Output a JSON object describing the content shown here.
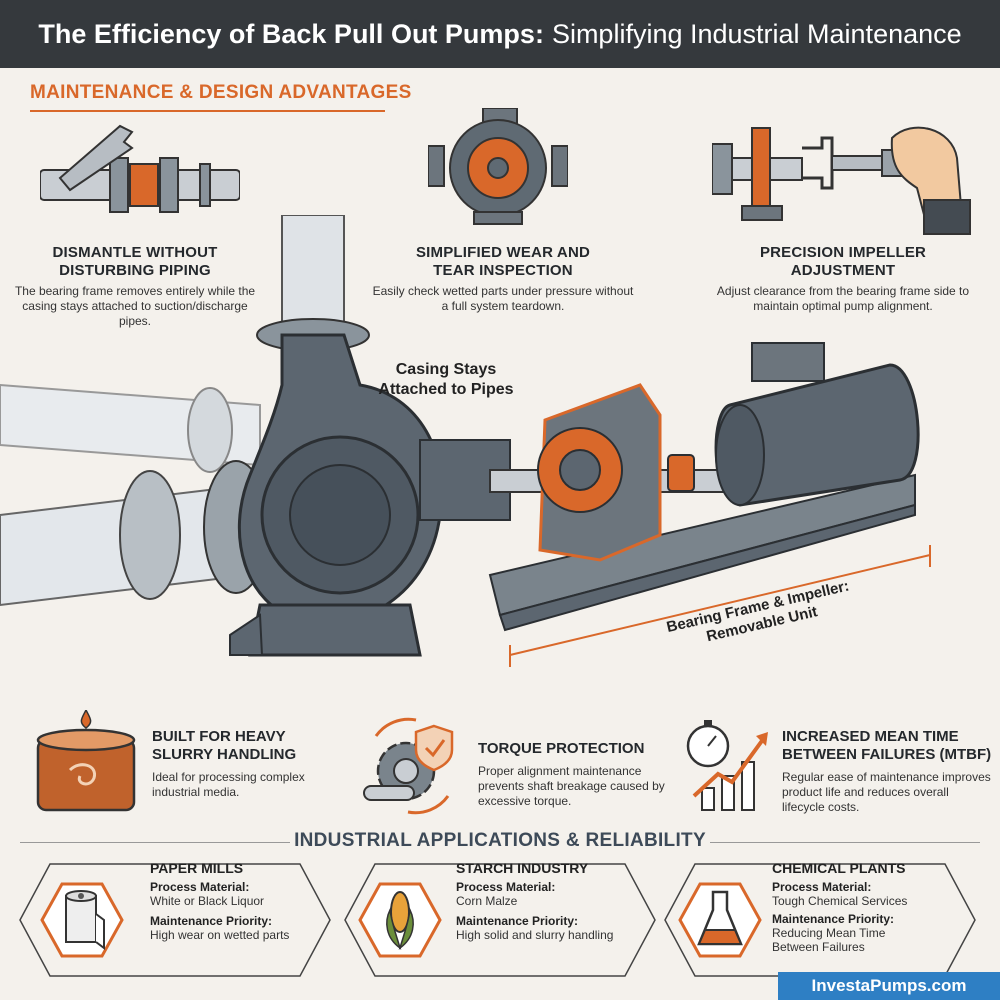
{
  "header": {
    "title_bold": "The Efficiency of Back Pull Out Pumps:",
    "title_light": "Simplifying Industrial Maintenance"
  },
  "section1": {
    "title": "MAINTENANCE & DESIGN ADVANTAGES"
  },
  "features": [
    {
      "title_line1": "DISMANTLE WITHOUT",
      "title_line2": "DISTURBING PIPING",
      "desc": "The bearing frame removes entirely while the casing stays attached to suction/discharge pipes."
    },
    {
      "title_line1": "SIMPLIFIED WEAR AND",
      "title_line2": "TEAR INSPECTION",
      "desc": "Easily check wetted parts under pressure without a full system teardown."
    },
    {
      "title_line1": "PRECISION IMPELLER",
      "title_line2": "ADJUSTMENT",
      "desc": "Adjust clearance from the bearing frame side to maintain optimal pump alignment."
    }
  ],
  "callouts": {
    "casing": "Casing Stays Attached to Pipes",
    "frame_line1": "Bearing Frame & Impeller:",
    "frame_line2": "Removable Unit"
  },
  "benefits": [
    {
      "title_line1": "BUILT FOR HEAVY",
      "title_line2": "SLURRY HANDLING",
      "desc": "Ideal for processing complex industrial media."
    },
    {
      "title_line1": "TORQUE PROTECTION",
      "title_line2": "",
      "desc": "Proper alignment maintenance prevents shaft breakage caused by excessive torque."
    },
    {
      "title_line1": "INCREASED MEAN TIME",
      "title_line2": "BETWEEN FAILURES (MTBF)",
      "desc": "Regular ease of maintenance improves product life and reduces overall lifecycle costs."
    }
  ],
  "section2": {
    "title": "INDUSTRIAL APPLICATIONS & RELIABILITY"
  },
  "applications": [
    {
      "name": "PAPER MILLS",
      "material_label": "Process Material:",
      "material": "White or Black Liquor",
      "priority_label": "Maintenance Priority:",
      "priority": "High wear on wetted parts"
    },
    {
      "name": "STARCH INDUSTRY",
      "material_label": "Process Material:",
      "material": "Corn Malze",
      "priority_label": "Maintenance Priority:",
      "priority": "High solid and slurry handling"
    },
    {
      "name": "CHEMICAL PLANTS",
      "material_label": "Process Material:",
      "material": "Tough Chemical Services",
      "priority_label": "Maintenance Priority:",
      "priority": "Reducing Mean Time Between Failures"
    }
  ],
  "brand": "InvestaPumps.com",
  "colors": {
    "accent": "#d9682a",
    "header_bg": "#35393d",
    "brand_bg": "#2e7fc4",
    "steel": "#5c6670"
  }
}
